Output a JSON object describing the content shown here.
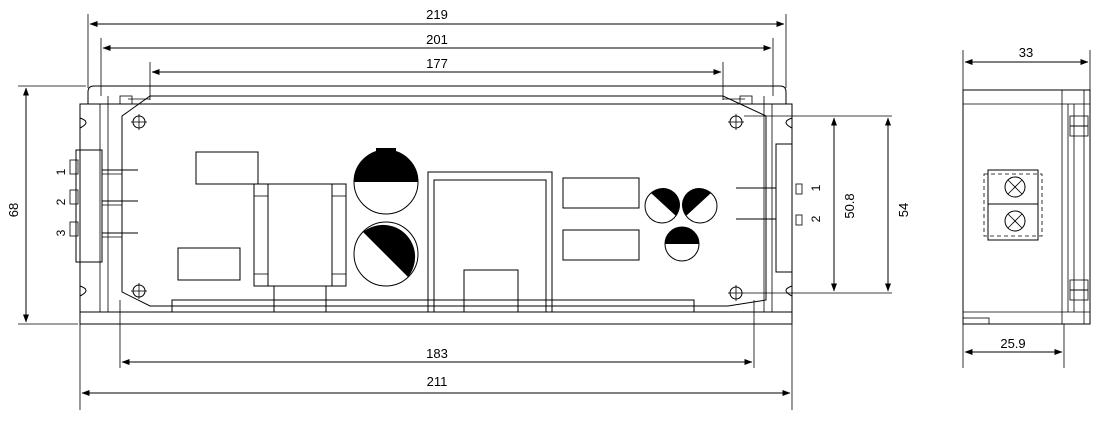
{
  "front_view": {
    "dimensions": {
      "total_width": "219",
      "flange_width": "201",
      "inner_width": "177",
      "bottom_mount_width": "183",
      "base_width": "211",
      "height": "68",
      "mount_spacing": "50.8",
      "body_height": "54"
    },
    "input_pins": [
      "1",
      "2",
      "3"
    ],
    "output_pins": [
      "1",
      "2"
    ]
  },
  "side_view": {
    "dimensions": {
      "total_depth": "33",
      "base_depth": "25.9"
    }
  }
}
